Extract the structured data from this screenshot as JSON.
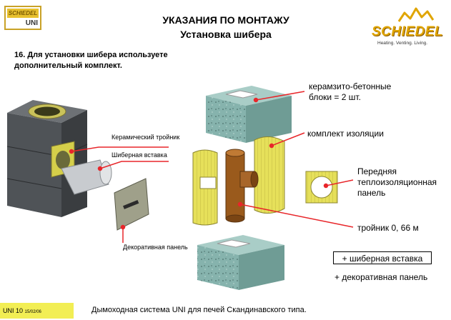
{
  "logo_left": {
    "brand": "SCHIEDEL",
    "model": "UNI"
  },
  "logo_right": {
    "wordmark": "SCHIEDEL",
    "tagline": "Heating. Venting. Living."
  },
  "header": {
    "title": "УКАЗАНИЯ ПО МОНТАЖУ",
    "subtitle": "Установка шибера"
  },
  "instruction": "16. Для установки шибера используете дополнительный комплект.",
  "labels": {
    "ceramic_tee": "Керамический тройник",
    "damper_insert": "Шиберная вставка",
    "decorative_panel": "Декоративная панель",
    "concrete_blocks": "керамзито-бетонные блоки = 2 шт.",
    "insulation_kit": "комплект изоляции",
    "front_panel": "Передняя теплоизоляционная панель",
    "tee": "тройник 0, 66 м",
    "plus_damper": "+ шиберная вставка",
    "plus_decorative": "+ декоративная панель"
  },
  "footer": {
    "page_ref": "UNI  10",
    "date": "15/02/06",
    "text": "Дымоходная система UNI для печей Скандинавского типа."
  },
  "colors": {
    "block_green": "#86b3ad",
    "insulation_yellow": "#e6e05a",
    "pipe_brown": "#9a5a1c",
    "leader_red": "#e8262a",
    "stack_gray": "#4f5357"
  }
}
